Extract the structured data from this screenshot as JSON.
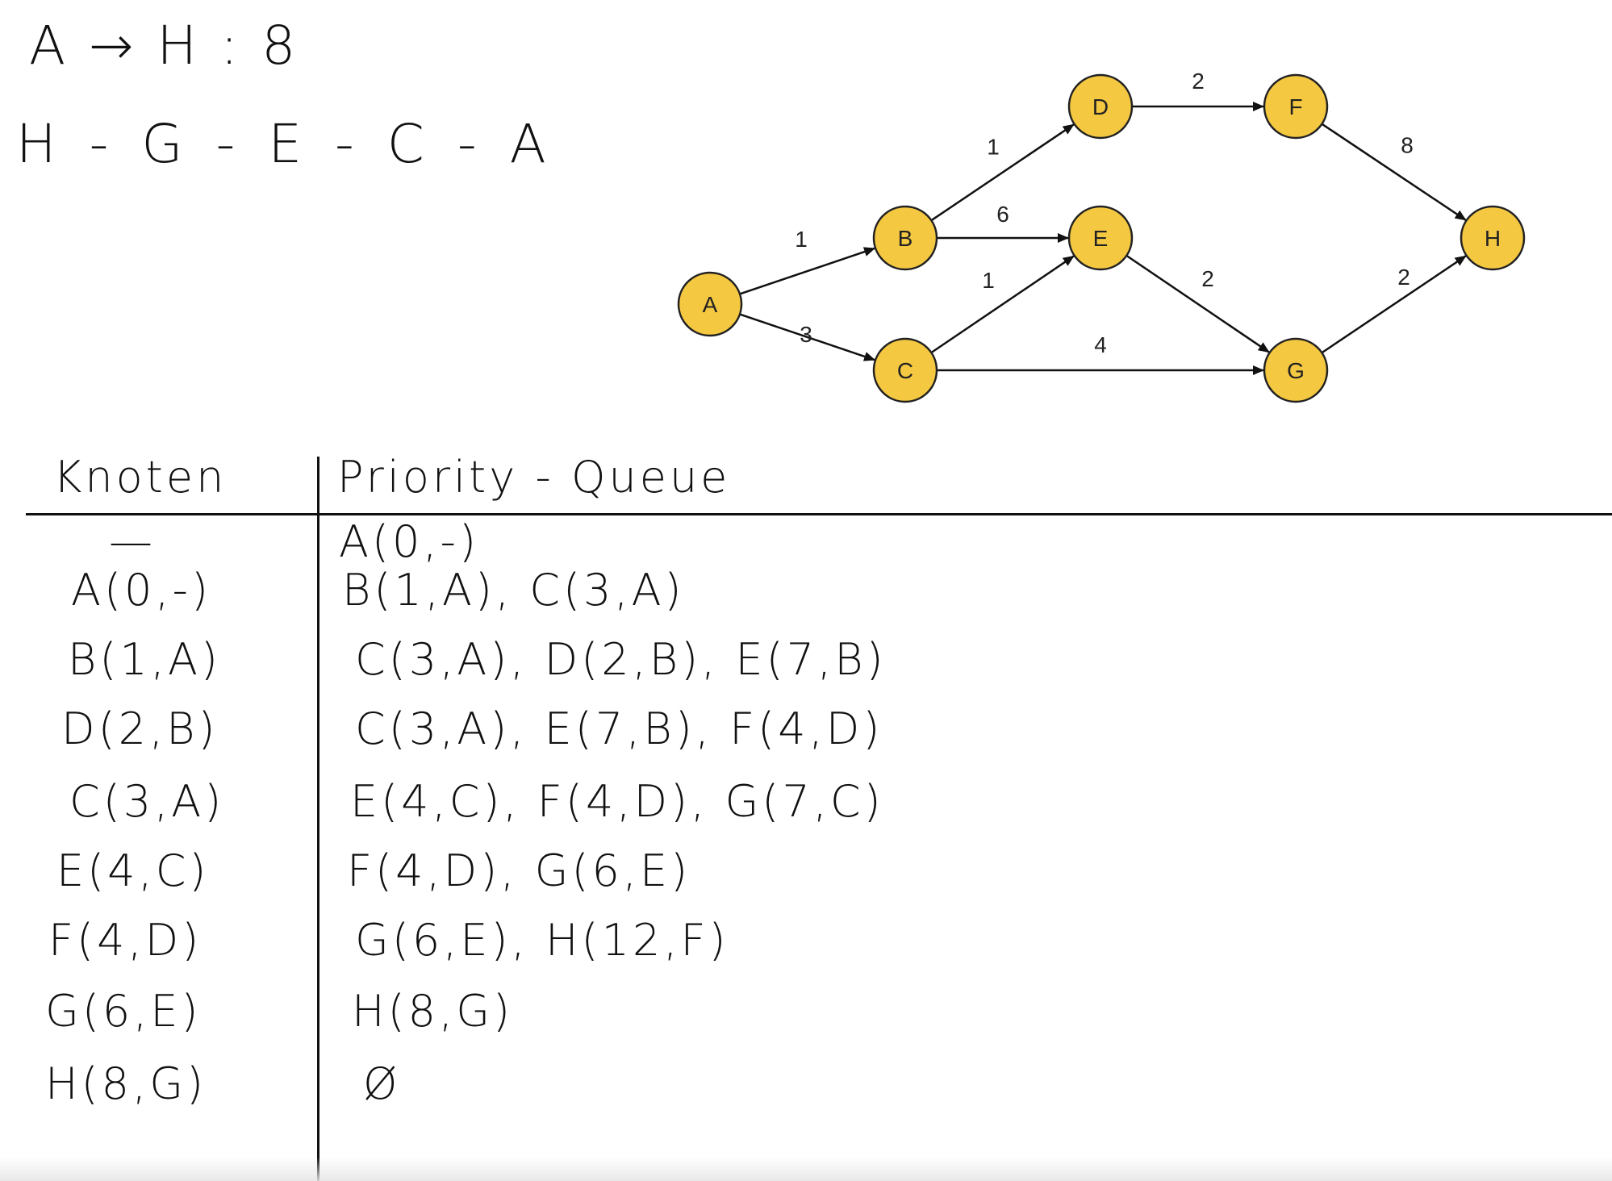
{
  "header": {
    "summary": "A → H : 8",
    "path": "H - G - E - C - A"
  },
  "graph": {
    "node_fill": "#F5C842",
    "nodes": [
      {
        "id": "A",
        "label": "A"
      },
      {
        "id": "B",
        "label": "B"
      },
      {
        "id": "C",
        "label": "C"
      },
      {
        "id": "D",
        "label": "D"
      },
      {
        "id": "E",
        "label": "E"
      },
      {
        "id": "F",
        "label": "F"
      },
      {
        "id": "G",
        "label": "G"
      },
      {
        "id": "H",
        "label": "H"
      }
    ],
    "edges": [
      {
        "from": "A",
        "to": "B",
        "weight": "1"
      },
      {
        "from": "A",
        "to": "C",
        "weight": "3"
      },
      {
        "from": "B",
        "to": "D",
        "weight": "1"
      },
      {
        "from": "B",
        "to": "E",
        "weight": "6"
      },
      {
        "from": "C",
        "to": "E",
        "weight": "1"
      },
      {
        "from": "C",
        "to": "G",
        "weight": "4"
      },
      {
        "from": "D",
        "to": "F",
        "weight": "2"
      },
      {
        "from": "E",
        "to": "G",
        "weight": "2"
      },
      {
        "from": "F",
        "to": "H",
        "weight": "8"
      },
      {
        "from": "G",
        "to": "H",
        "weight": "2"
      }
    ]
  },
  "table": {
    "col_knoten": "Knoten",
    "col_queue": "Priority - Queue",
    "rows": [
      {
        "knoten": "—",
        "queue": "A(0,-)"
      },
      {
        "knoten": "A(0,-)",
        "queue": "B(1,A), C(3,A)"
      },
      {
        "knoten": "B(1,A)",
        "queue": "C(3,A), D(2,B), E(7,B)"
      },
      {
        "knoten": "D(2,B)",
        "queue": "C(3,A), E(7,B), F(4,D)"
      },
      {
        "knoten": "C(3,A)",
        "queue": "E(4,C), F(4,D), G(7,C)"
      },
      {
        "knoten": "E(4,C)",
        "queue": "F(4,D), G(6,E)"
      },
      {
        "knoten": "F(4,D)",
        "queue": "G(6,E), H(12,F)"
      },
      {
        "knoten": "G(6,E)",
        "queue": "H(8,G)"
      },
      {
        "knoten": "H(8,G)",
        "queue": "Ø"
      }
    ]
  }
}
